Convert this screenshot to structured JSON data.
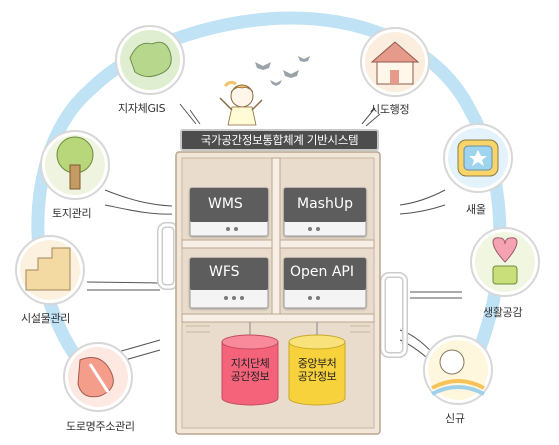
{
  "title": "국가공간정보통합체계 기반시스템",
  "servers": {
    "wms": "WMS",
    "mashup": "MashUp",
    "wfs": "WFS",
    "openapi": "Open API"
  },
  "databases": {
    "local_line1": "지치단체",
    "local_line2": "공간정보",
    "central_line1": "중앙부처",
    "central_line2": "공간정보"
  },
  "nodes": {
    "local_gis": "지자체GIS",
    "city_admin": "시도행정",
    "land": "토지관리",
    "sae_eum": "새올",
    "facility": "시설물관리",
    "living_space": "생활공감",
    "road_address": "도로명주소관리",
    "new": "신규"
  },
  "colors": {
    "ring": "#bfe2f5",
    "server_panel": "#5d5d5d",
    "cabinet": "#f2e6d8",
    "db_local": "#f4637a",
    "db_central": "#f7d23c"
  }
}
